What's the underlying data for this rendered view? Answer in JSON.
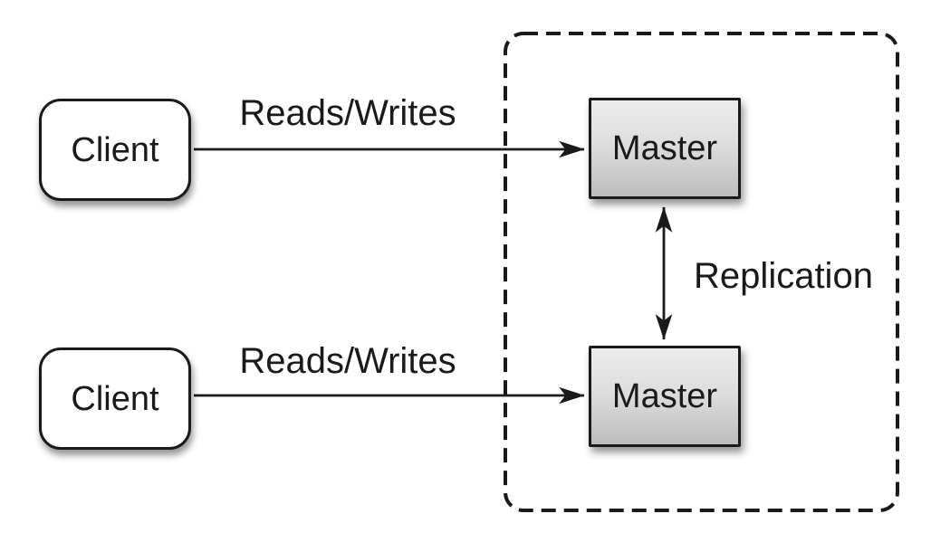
{
  "colors": {
    "background": "#ffffff",
    "stroke": "#1a1a1a",
    "client_fill": "#ffffff",
    "master_gradient_top": "#ececec",
    "master_gradient_bottom": "#bdbdbd"
  },
  "nodes": {
    "client_top": {
      "label": "Client"
    },
    "client_bottom": {
      "label": "Client"
    },
    "master_top": {
      "label": "Master"
    },
    "master_bottom": {
      "label": "Master"
    }
  },
  "edges": {
    "client_top_to_master_top": {
      "label": "Reads/Writes"
    },
    "client_bottom_to_master_bottom": {
      "label": "Reads/Writes"
    },
    "master_to_master": {
      "label": "Replication"
    }
  }
}
